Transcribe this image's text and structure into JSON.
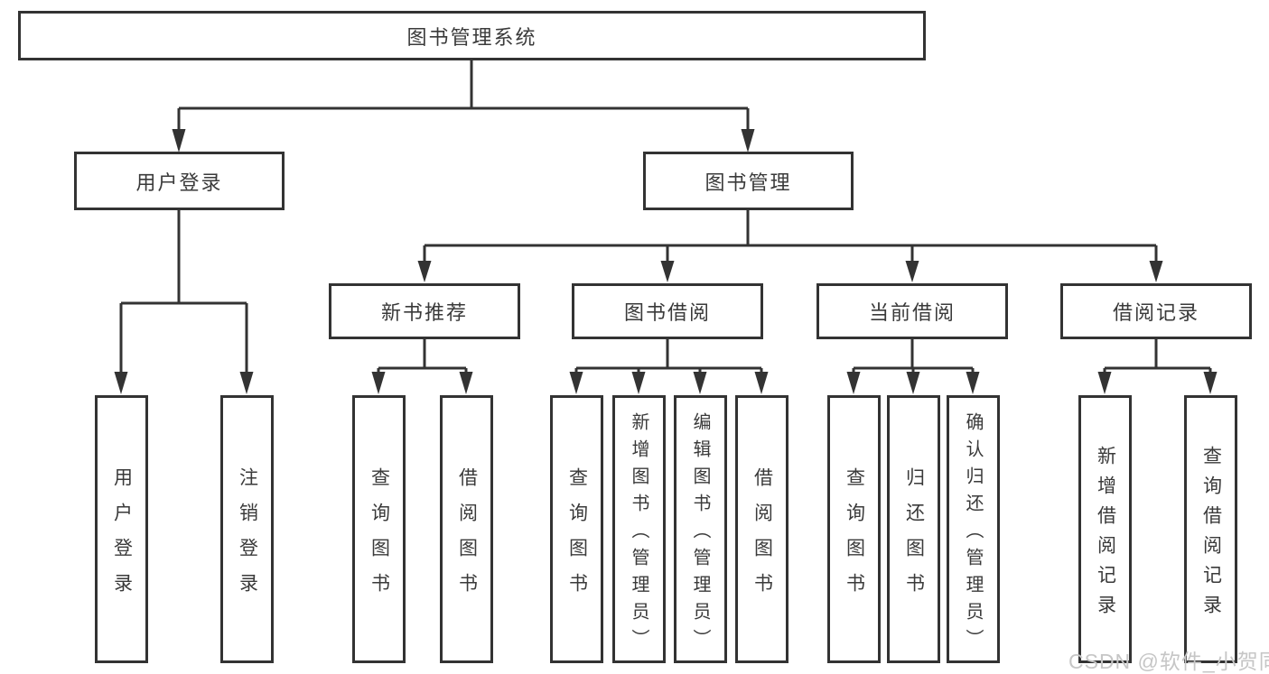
{
  "tree": {
    "root": {
      "label": "图书管理系统"
    },
    "branches": [
      {
        "label": "用户登录",
        "children": [
          {
            "label": "用户登录"
          },
          {
            "label": "注销登录"
          }
        ]
      },
      {
        "label": "图书管理",
        "children": [
          {
            "label": "新书推荐",
            "children": [
              {
                "label": "查询图书"
              },
              {
                "label": "借阅图书"
              }
            ]
          },
          {
            "label": "图书借阅",
            "children": [
              {
                "label": "查询图书"
              },
              {
                "label": "新增图书（管理员）"
              },
              {
                "label": "编辑图书（管理员）"
              },
              {
                "label": "借阅图书"
              }
            ]
          },
          {
            "label": "当前借阅",
            "children": [
              {
                "label": "查询图书"
              },
              {
                "label": "归还图书"
              },
              {
                "label": "确认归还（管理员）"
              }
            ]
          },
          {
            "label": "借阅记录",
            "children": [
              {
                "label": "新增借阅记录"
              },
              {
                "label": "查询借阅记录"
              }
            ]
          }
        ]
      }
    ]
  },
  "watermark": {
    "text": "CSDN @软件_小贺同学",
    "color": "#c6c6c6"
  },
  "colors": {
    "line": "#333333",
    "box_border": "#333333",
    "box_fill": "#ffffff",
    "text": "#3a3a3a",
    "background": "#ffffff"
  }
}
